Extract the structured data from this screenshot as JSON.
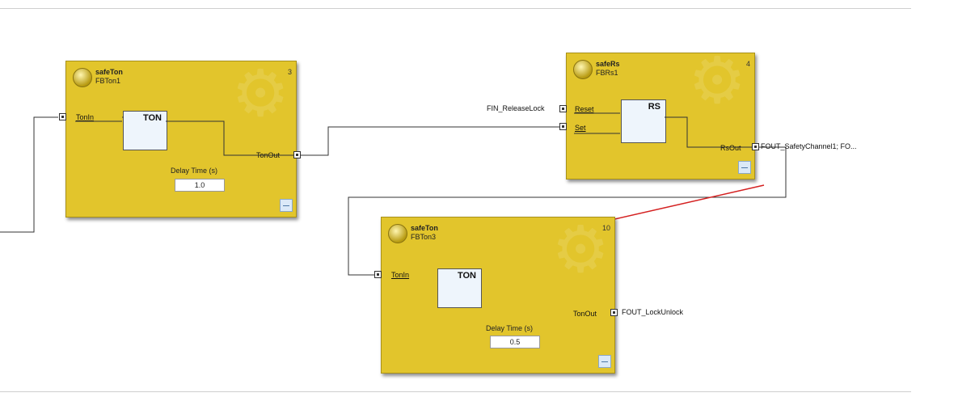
{
  "blocks": [
    {
      "type": "safeTon",
      "name": "FBTon1",
      "id": "3",
      "inner_label": "TON",
      "in_pins": [
        "TonIn"
      ],
      "out_pin": "TonOut",
      "param_label": "Delay Time (s)",
      "param_value": "1.0"
    },
    {
      "type": "safeRs",
      "name": "FBRs1",
      "id": "4",
      "inner_label": "RS",
      "in_pins": [
        "Reset",
        "Set"
      ],
      "out_pin": "RsOut"
    },
    {
      "type": "safeTon",
      "name": "FBTon3",
      "id": "10",
      "inner_label": "TON",
      "in_pins": [
        "TonIn"
      ],
      "out_pin": "TonOut",
      "param_label": "Delay Time (s)",
      "param_value": "0.5"
    }
  ],
  "external_labels": {
    "release_lock": "FIN_ReleaseLock",
    "safety_channel": "FOUT_SafetyChannel1; FO...",
    "lock_unlock": "FOUT_LockUnlock"
  },
  "colors": {
    "block": "#e2c52c",
    "annotation_arrow": "#d42020",
    "wire": "#333333"
  }
}
